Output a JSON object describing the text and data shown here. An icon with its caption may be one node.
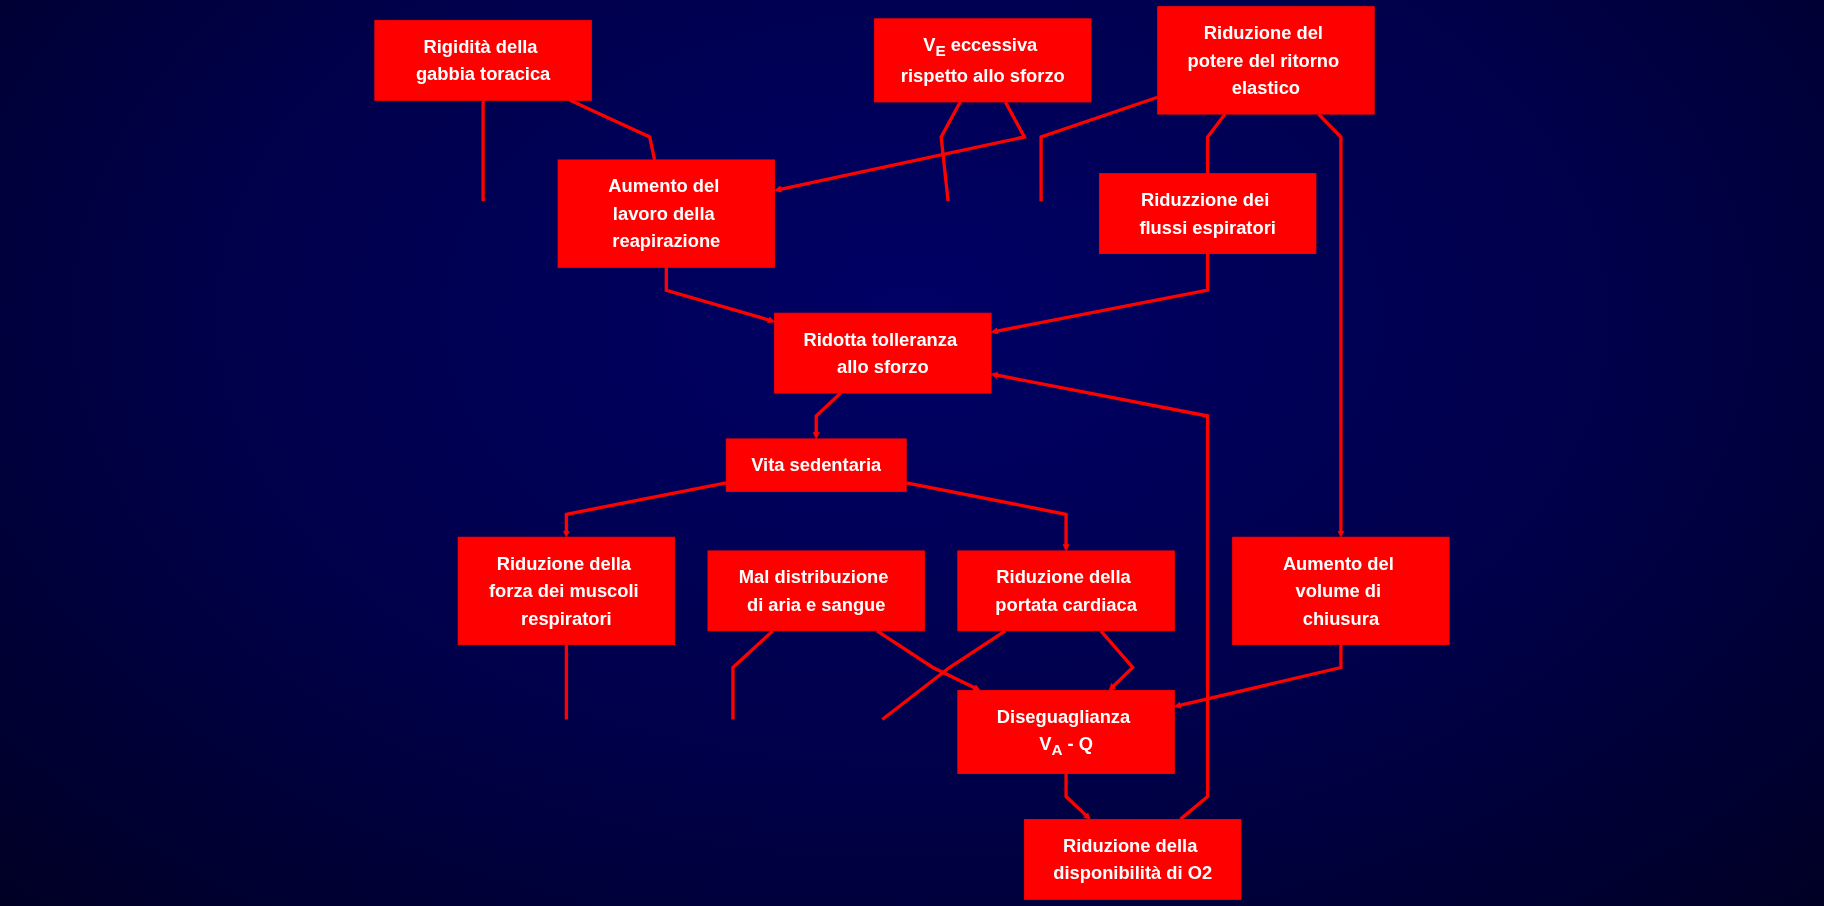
{
  "diagram": {
    "nodes": [
      {
        "text": [
          "Riduzione della forza dei muscoli respiratori"
        ]
      },
      {
        "text": [
          "Rigidità della gabbia toracica"
        ]
      },
      {
        "text": [
          "V$_{E}$ eccessiva rispetto allo sforzo"
        ]
      },
      {
        "text": [
          "Riduzione del potere del ritorno elastico"
        ]
      },
      {
        "text": [
          "Mal distribuzione di aria e sangue"
        ]
      },
      {
        "text": [
          "Riduzione della portata cardiaca"
        ]
      },
      {
        "text": [
          "Aumento del volume di chiusura"
        ]
      },
      {
        "text": [
          "Diseguaglianza V$_{A}$ - Q"
        ]
      },
      {
        "text": [
          "Aumento del lavoro della reapirazione"
        ]
      },
      {
        "text": [
          "Riduzzione dei flussi espiratori"
        ]
      },
      {
        "text": [
          "Riduzione della disponibilità di O2"
        ]
      },
      {
        "text": [
          "Ridotta tolleranza allo sforzo"
        ]
      },
      {
        "text": [
          "Vita sedentaria"
        ]
      }
    ],
    "edges": [
      {
        "from": 0,
        "to": null,
        "arrow": "none"
      },
      {
        "from": 1,
        "to": null,
        "arrow": "none"
      },
      {
        "from": 2,
        "to": null,
        "arrow": "none"
      },
      {
        "from": 3,
        "to": null,
        "arrow": "none"
      },
      {
        "from": 4,
        "to": null,
        "arrow": "none"
      },
      {
        "from": 5,
        "to": null,
        "arrow": "none"
      },
      {
        "from": 1,
        "to": 8,
        "arrow": "none"
      },
      {
        "from": 2,
        "to": 8,
        "arrow": "to"
      },
      {
        "from": 3,
        "to": 9,
        "arrow": "none"
      },
      {
        "from": 3,
        "to": 6,
        "arrow": "to"
      },
      {
        "from": 4,
        "to": 7,
        "arrow": "to"
      },
      {
        "from": 5,
        "to": 7,
        "arrow": "to"
      },
      {
        "from": 6,
        "to": 7,
        "arrow": "to"
      },
      {
        "from": 7,
        "to": 10,
        "arrow": "to"
      },
      {
        "from": 8,
        "to": 11,
        "arrow": "to"
      },
      {
        "from": 9,
        "to": 11,
        "arrow": "to"
      },
      {
        "from": 10,
        "to": 11,
        "arrow": "to"
      },
      {
        "from": 11,
        "to": 12,
        "arrow": "to"
      },
      {
        "from": 12,
        "to": 0,
        "arrow": "to"
      },
      {
        "from": 12,
        "to": 5,
        "arrow": "to"
      }
    ]
  }
}
